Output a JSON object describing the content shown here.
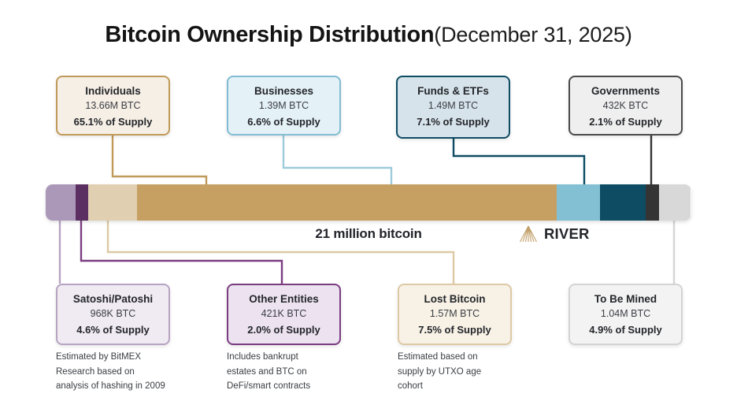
{
  "title": {
    "main": "Bitcoin Ownership Distribution",
    "sub": "(December 31, 2025)"
  },
  "bar": {
    "caption": "21 million bitcoin",
    "total_label": "21 million bitcoin"
  },
  "brand": {
    "name": "RIVER",
    "logo_icon": "river-rays-icon",
    "color": "#c2a06a"
  },
  "chart_data": {
    "type": "bar",
    "title": "Bitcoin Ownership Distribution (December 31, 2025)",
    "orientation": "horizontal-stacked",
    "total": "21 million bitcoin",
    "unit": "BTC",
    "xlabel": "",
    "ylabel": "",
    "categories": [
      "Satoshi/Patoshi",
      "Other Entities",
      "Lost Bitcoin",
      "Individuals",
      "Businesses",
      "Funds & ETFs",
      "Governments",
      "To Be Mined"
    ],
    "values": [
      4.6,
      2.0,
      7.5,
      65.1,
      6.6,
      7.1,
      2.1,
      4.9
    ],
    "value_labels": [
      "968K BTC",
      "421K BTC",
      "1.57M BTC",
      "13.66M BTC",
      "1.39M BTC",
      "1.49M BTC",
      "432K BTC",
      "1.04M BTC"
    ],
    "colors": [
      "#ab97b8",
      "#5c2f63",
      "#e0cfb0",
      "#c6a063",
      "#83c0d4",
      "#0d4c63",
      "#343434",
      "#d8d8d8"
    ],
    "ylim": [
      0,
      100
    ]
  },
  "segments": [
    {
      "key": "satoshi",
      "color": "#ab97b8",
      "pct": 4.6
    },
    {
      "key": "other",
      "color": "#5c2f63",
      "pct": 2.0
    },
    {
      "key": "lost",
      "color": "#e0cfb0",
      "pct": 7.5
    },
    {
      "key": "individuals",
      "color": "#c6a063",
      "pct": 65.1
    },
    {
      "key": "businesses",
      "color": "#83c0d4",
      "pct": 6.6
    },
    {
      "key": "funds",
      "color": "#0d4c63",
      "pct": 7.1
    },
    {
      "key": "governments",
      "color": "#343434",
      "pct": 2.1
    },
    {
      "key": "mined",
      "color": "#d8d8d8",
      "pct": 4.9
    }
  ],
  "cards": {
    "individuals": {
      "title": "Individuals",
      "amount": "13.66M BTC",
      "pct": "65.1% of Supply",
      "border": "#c09a5a",
      "fill": "#f6efe5"
    },
    "businesses": {
      "title": "Businesses",
      "amount": "1.39M BTC",
      "pct": "6.6% of Supply",
      "border": "#82bcd2",
      "fill": "#e4f2f7"
    },
    "funds": {
      "title": "Funds & ETFs",
      "amount": "1.49M BTC",
      "pct": "7.1% of Supply",
      "border": "#0d4c63",
      "fill": "#d6e3ea"
    },
    "governments": {
      "title": "Governments",
      "amount": "432K BTC",
      "pct": "2.1% of Supply",
      "border": "#4a4a4a",
      "fill": "#efefef"
    },
    "satoshi": {
      "title": "Satoshi/Patoshi",
      "amount": "968K BTC",
      "pct": "4.6% of Supply",
      "border": "#b7a4c2",
      "fill": "#f0eaf3",
      "footnote": "Estimated by BitMEX\nResearch based on\nanalysis of hashing in 2009"
    },
    "other": {
      "title": "Other Entities",
      "amount": "421K BTC",
      "pct": "2.0% of Supply",
      "border": "#7a3d80",
      "fill": "#ece2f0",
      "footnote": "Includes bankrupt\nestates and BTC on\nDeFi/smart contracts"
    },
    "lost": {
      "title": "Lost Bitcoin",
      "amount": "1.57M BTC",
      "pct": "7.5% of Supply",
      "border": "#ddc9a5",
      "fill": "#f8f2e6",
      "footnote": "Estimated based on\nsupply by UTXO age\ncohort"
    },
    "mined": {
      "title": "To Be Mined",
      "amount": "1.04M BTC",
      "pct": "4.9% of Supply",
      "border": "#d4d4d4",
      "fill": "#f3f3f3",
      "footnote": ""
    }
  }
}
